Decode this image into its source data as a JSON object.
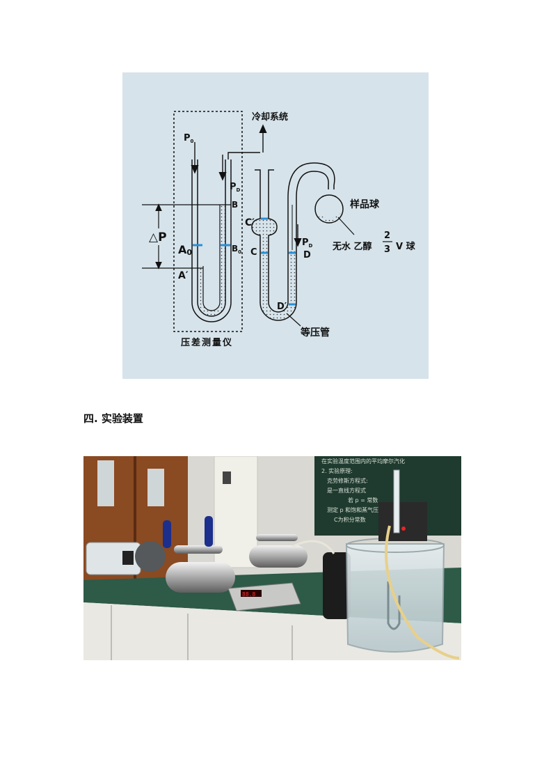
{
  "diagram": {
    "labels": {
      "p0": "P",
      "p0_sub": "0",
      "pd_left": "P",
      "pd_left_sub": "D",
      "pd_right": "P",
      "pd_right_sub": "D",
      "cooling": "冷却系统",
      "sample_bulb": "样品球",
      "ethanol_prefix": "无水 乙醇",
      "frac_num": "2",
      "frac_den": "3",
      "ethanol_suffix": "V 球",
      "delta_p": "△P",
      "a0": "A",
      "a0_sub": "0",
      "a_prime": "A′",
      "b": "B",
      "b0": "B",
      "b0_sub": "0",
      "c_prime": "C′",
      "c": "C",
      "d": "D",
      "d_prime": "D′",
      "manometer": "压差测量仪",
      "isotensiscope": "等压管"
    },
    "colors": {
      "background": "#d6e3ea",
      "liquid_marker": "#2a8fd6",
      "line": "#111111"
    }
  },
  "heading": "四. 实验装置",
  "photo": {
    "display": {
      "digits": "88.8"
    },
    "board_notes": [
      "在实验温度范围内的平均摩尔汽化",
      "2. 实验原理:",
      "克劳修斯方程式:",
      "是一直线方程式",
      "若 p = 常数",
      "测定 p 和饱和蒸气压",
      "C为积分常数"
    ]
  }
}
